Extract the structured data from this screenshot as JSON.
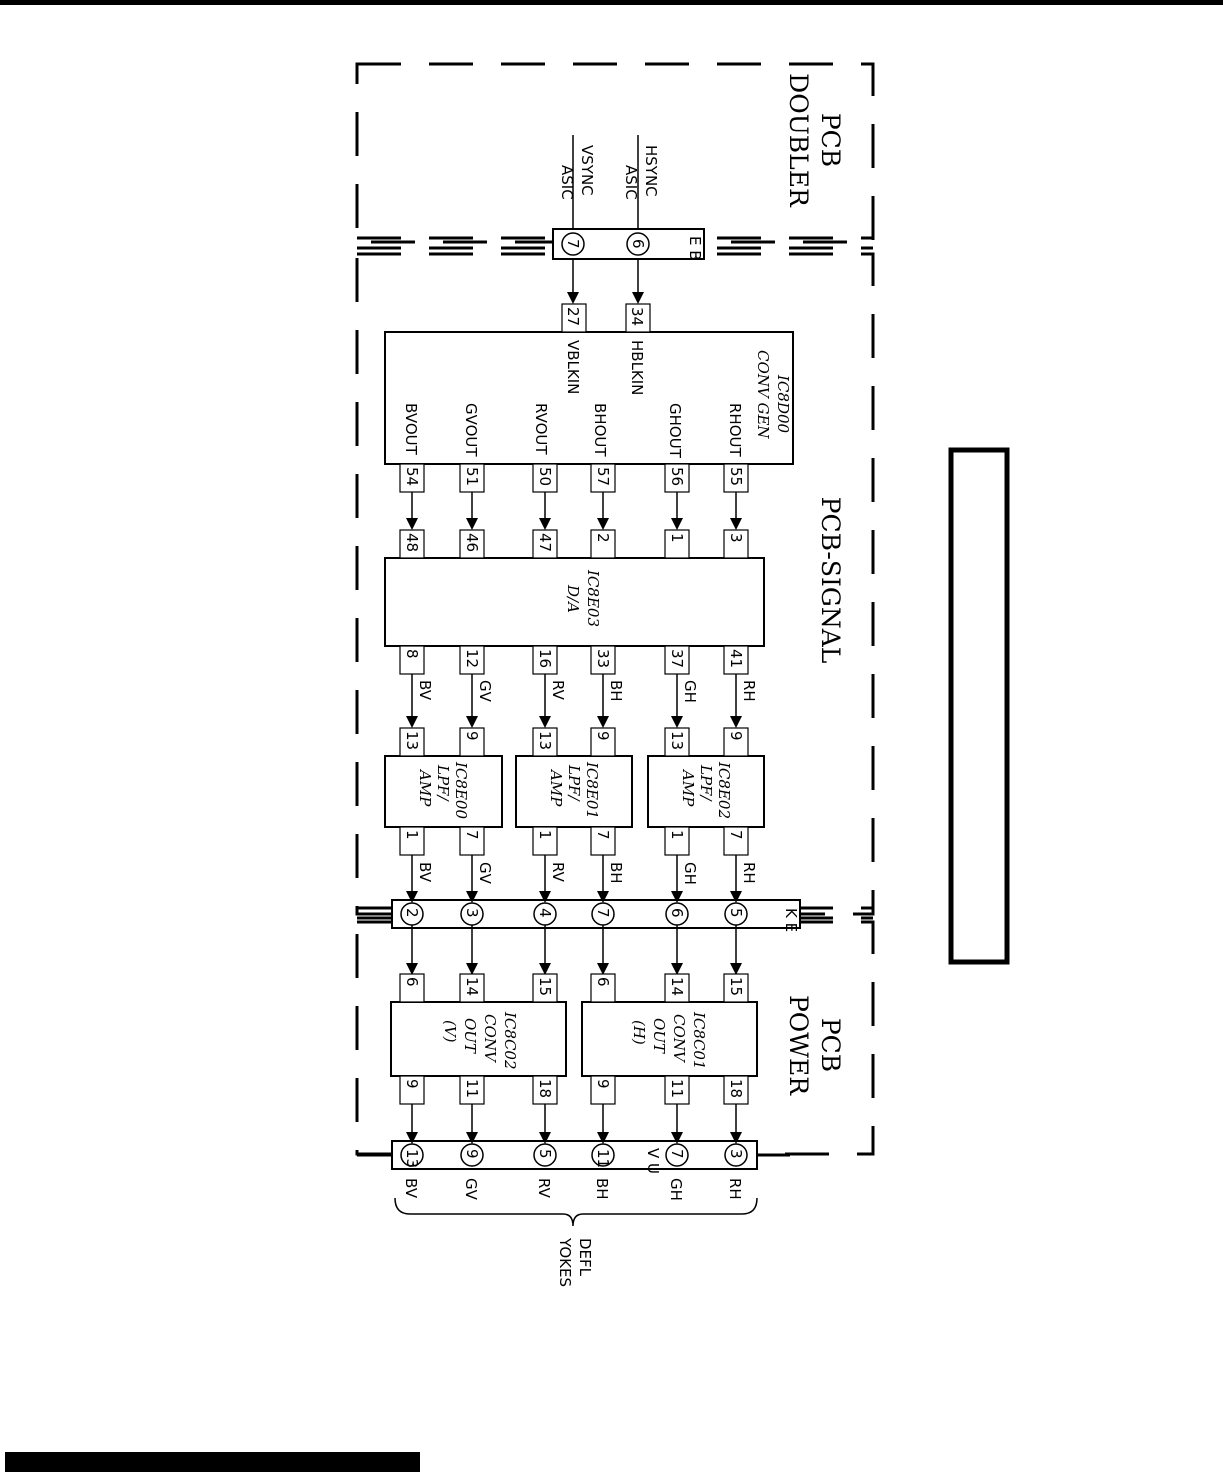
{
  "boards": {
    "doubler": [
      "PCB",
      "DOUBLER"
    ],
    "signal": "PCB-SIGNAL",
    "power": [
      "PCB",
      "POWER"
    ]
  },
  "connectors": {
    "eb": {
      "label": "E B",
      "pins": [
        "7",
        "6"
      ]
    },
    "ke": {
      "label": "K E",
      "pins": [
        "2",
        "3",
        "4",
        "7",
        "6",
        "5"
      ]
    },
    "vu": {
      "label": "V U",
      "pins": [
        "13",
        "9",
        "5",
        "11",
        "7",
        "3"
      ]
    }
  },
  "inputs": {
    "vsync": [
      "VSYNC",
      "ASIC"
    ],
    "hsync": [
      "HSYNC",
      "ASIC"
    ]
  },
  "ics": {
    "conv_gen": {
      "name": [
        "IC8D00",
        "CONV GEN"
      ],
      "in_pins": [
        "27",
        "34"
      ],
      "in_labels": [
        "VBLKIN",
        "HBLKIN"
      ],
      "out_labels": [
        "BVOUT",
        "GVOUT",
        "RVOUT",
        "BHOUT",
        "GHOUT",
        "RHOUT"
      ],
      "out_pins": [
        "54",
        "51",
        "50",
        "57",
        "56",
        "55"
      ]
    },
    "da": {
      "name": [
        "IC8E03",
        "D/A"
      ],
      "in_pins": [
        "48",
        "46",
        "47",
        "2",
        "1",
        "3"
      ],
      "out_pins": [
        "8",
        "12",
        "16",
        "33",
        "37",
        "41"
      ]
    },
    "lpf0": {
      "name": [
        "IC8E00",
        "LPF/",
        "AMP"
      ],
      "in_pins": [
        "13",
        "9"
      ],
      "out_pins": [
        "1",
        "7"
      ]
    },
    "lpf1": {
      "name": [
        "IC8E01",
        "LPF/",
        "AMP"
      ],
      "in_pins": [
        "13",
        "9"
      ],
      "out_pins": [
        "1",
        "7"
      ]
    },
    "lpf2": {
      "name": [
        "IC8E02",
        "LPF/",
        "AMP"
      ],
      "in_pins": [
        "13",
        "9"
      ],
      "out_pins": [
        "1",
        "7"
      ]
    },
    "out_v": {
      "name": [
        "IC8C02",
        "CONV",
        "OUT",
        "(V)"
      ],
      "in_pins": [
        "6",
        "14",
        "15"
      ],
      "out_pins": [
        "9",
        "11",
        "18"
      ]
    },
    "out_h": {
      "name": [
        "IC8C01",
        "CONV",
        "OUT",
        "(H)"
      ],
      "in_pins": [
        "6",
        "14",
        "15"
      ],
      "out_pins": [
        "9",
        "11",
        "18"
      ]
    }
  },
  "signals": [
    "BV",
    "GV",
    "RV",
    "BH",
    "GH",
    "RH"
  ],
  "yokes": [
    "DEFL",
    "YOKES"
  ]
}
